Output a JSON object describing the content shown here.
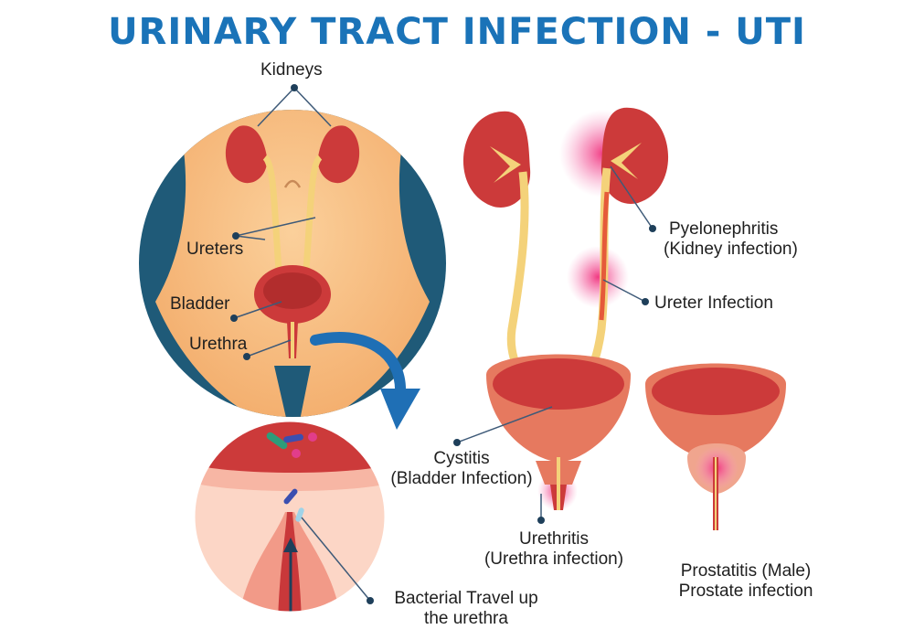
{
  "title": "URINARY TRACT INFECTION - UTI",
  "labels": {
    "kidneys": "Kidneys",
    "ureters": "Ureters",
    "bladder": "Bladder",
    "urethra": "Urethra",
    "pyelonephritis": "Pyelonephritis",
    "pyelonephritis_sub": "(Kidney infection)",
    "ureter_infection": "Ureter Infection",
    "cystitis": "Cystitis",
    "cystitis_sub": "(Bladder Infection)",
    "urethritis": "Urethritis",
    "urethritis_sub": "(Urethra infection)",
    "prostatitis": "Prostatitis (Male)",
    "prostatitis_sub": "Prostate infection",
    "bacterial_travel": "Bacterial Travel up",
    "bacterial_travel_sub": "the urethra"
  },
  "colors": {
    "title": "#1a73b8",
    "skin": "#f6b77a",
    "dark_bg": "#1f5a78",
    "kidney": "#cc3a3a",
    "ureter": "#f4d27a",
    "infection": "#f0307c",
    "arrow": "#1f6fb5"
  }
}
